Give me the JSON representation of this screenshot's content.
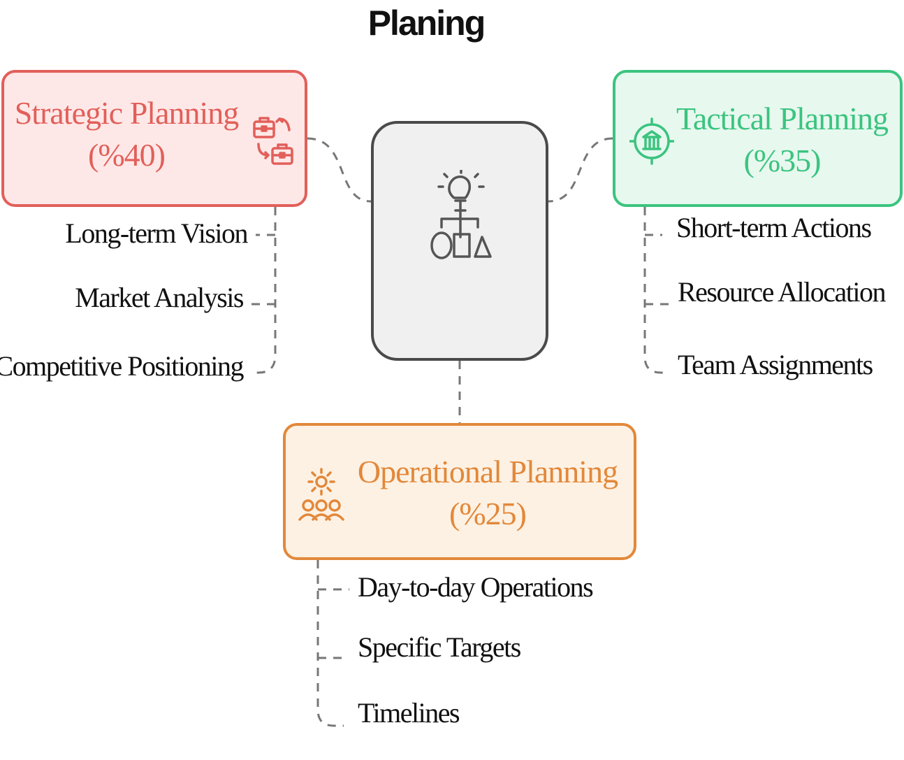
{
  "title": "Planing",
  "strategic": {
    "name": "Strategic Planning",
    "share": "(%40)",
    "color": "#e25f5a",
    "icon": "briefcase-swap-icon",
    "items": [
      "Long-term Vision",
      "Market Analysis",
      "Competitive Positioning"
    ]
  },
  "tactical": {
    "name": "Tactical Planning",
    "share": "(%35)",
    "color": "#3bc47f",
    "icon": "target-bank-icon",
    "items": [
      "Short-term Actions",
      "Resource Allocation",
      "Team Assignments"
    ]
  },
  "operational": {
    "name": "Operational Planning",
    "share": "(%25)",
    "color": "#e2883a",
    "icon": "gear-team-icon",
    "items": [
      "Day-to-day Operations",
      "Specific Targets",
      "Timelines"
    ]
  },
  "center": {
    "icon": "idea-shapes-icon"
  }
}
